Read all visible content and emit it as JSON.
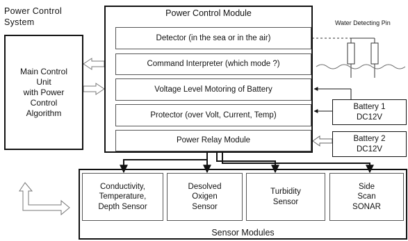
{
  "system_title": [
    "Power Control",
    "System"
  ],
  "main_control_unit": [
    "Main Control",
    "Unit",
    "with Power",
    "Control",
    "Algorithm"
  ],
  "power_control_module": {
    "title": "Power Control Module",
    "rows": [
      "Detector (in the sea or in the air)",
      "Command  Interpreter (which mode ?)",
      "Voltage Level Motoring of Battery",
      "Protector (over Volt, Current, Temp)",
      "Power Relay Module"
    ]
  },
  "water_detecting_pin": "Water Detecting Pin",
  "batteries": [
    {
      "name": "Battery 1",
      "voltage": "DC12V"
    },
    {
      "name": "Battery 2",
      "voltage": "DC12V"
    }
  ],
  "sensor_modules": {
    "title": "Sensor Modules",
    "items": [
      [
        "Conductivity,",
        "Temperature,",
        "Depth Sensor"
      ],
      [
        "Desolved",
        "Oxigen",
        "Sensor"
      ],
      [
        "Turbidity",
        "Sensor"
      ],
      [
        "Side",
        "Scan",
        "SONAR"
      ]
    ]
  }
}
